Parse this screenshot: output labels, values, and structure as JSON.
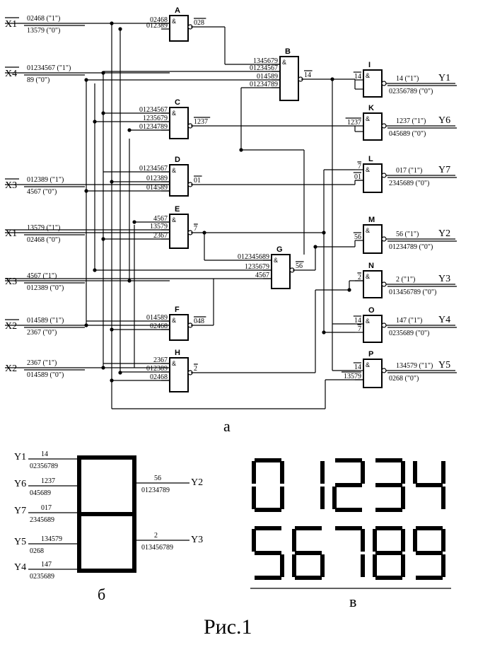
{
  "captions": {
    "a": "а",
    "b": "б",
    "v": "в",
    "fig": "Рис.1"
  },
  "inputs": [
    {
      "name": "X1",
      "overline": true,
      "one": "02468 (\"1\")",
      "zero": "13579 (\"0\")"
    },
    {
      "name": "X4",
      "overline": true,
      "one": "01234567 (\"1\")",
      "zero": "89 (\"0\")"
    },
    {
      "name": "X3",
      "overline": true,
      "one": "012389 (\"1\")",
      "zero": "4567 (\"0\")"
    },
    {
      "name": "X1",
      "overline": false,
      "one": "13579 (\"1\")",
      "zero": "02468 (\"0\")"
    },
    {
      "name": "X3",
      "overline": false,
      "one": "4567 (\"1\")",
      "zero": "012389 (\"0\")"
    },
    {
      "name": "X2",
      "overline": true,
      "one": "014589 (\"1\")",
      "zero": "2367 (\"0\")"
    },
    {
      "name": "X2",
      "overline": false,
      "one": "2367 (\"1\")",
      "zero": "014589 (\"0\")"
    }
  ],
  "gates": [
    {
      "id": "A",
      "symbol": "&",
      "in": [
        "02468",
        "012389"
      ],
      "out": "028"
    },
    {
      "id": "B",
      "symbol": "&",
      "in": [
        "1345679",
        "01234567",
        "014589",
        "01234789"
      ],
      "out": "14"
    },
    {
      "id": "C",
      "symbol": "&",
      "in": [
        "01234567",
        "1235679",
        "01234789"
      ],
      "out": "1237"
    },
    {
      "id": "D",
      "symbol": "&",
      "in": [
        "01234567",
        "012389",
        "014589"
      ],
      "out": "01"
    },
    {
      "id": "E",
      "symbol": "&",
      "in": [
        "4567",
        "13579",
        "2367"
      ],
      "out": "7"
    },
    {
      "id": "F",
      "symbol": "&",
      "in": [
        "014589",
        "02468"
      ],
      "out": "048"
    },
    {
      "id": "G",
      "symbol": "&",
      "in": [
        "012345689",
        "1235679",
        "4567"
      ],
      "out": "56"
    },
    {
      "id": "H",
      "symbol": "&",
      "in": [
        "2367",
        "012389",
        "02468"
      ],
      "out": "2"
    },
    {
      "id": "I",
      "symbol": "&",
      "in": [
        "14"
      ],
      "one": "14 (\"1\")",
      "zero": "02356789 (\"0\")",
      "y": "Y1"
    },
    {
      "id": "K",
      "symbol": "&",
      "in": [
        "1237"
      ],
      "one": "1237 (\"1\")",
      "zero": "045689 (\"0\")",
      "y": "Y6"
    },
    {
      "id": "L",
      "symbol": "&",
      "in": [
        "7",
        "01"
      ],
      "one": "017 (\"1\")",
      "zero": "2345689 (\"0\")",
      "y": "Y7"
    },
    {
      "id": "M",
      "symbol": "&",
      "in": [
        "56"
      ],
      "one": "56 (\"1\")",
      "zero": "01234789 (\"0\")",
      "y": "Y2"
    },
    {
      "id": "N",
      "symbol": "&",
      "in": [
        "2"
      ],
      "one": "2 (\"1\")",
      "zero": "013456789 (\"0\")",
      "y": "Y3"
    },
    {
      "id": "O",
      "symbol": "&",
      "in": [
        "14",
        "7"
      ],
      "one": "147 (\"1\")",
      "zero": "0235689 (\"0\")",
      "y": "Y4"
    },
    {
      "id": "P",
      "symbol": "&",
      "in": [
        "14",
        "13579"
      ],
      "one": "134579 (\"1\")",
      "zero": "0268 (\"0\")",
      "y": "Y5"
    }
  ],
  "segment_display": {
    "left": [
      {
        "y": "Y1",
        "num": "14",
        "den": "02356789"
      },
      {
        "y": "Y6",
        "num": "1237",
        "den": "045689"
      },
      {
        "y": "Y7",
        "num": "017",
        "den": "2345689"
      },
      {
        "y": "Y5",
        "num": "134579",
        "den": "0268"
      },
      {
        "y": "Y4",
        "num": "147",
        "den": "0235689"
      }
    ],
    "right": [
      {
        "y": "Y2",
        "num": "56",
        "den": "01234789"
      },
      {
        "y": "Y3",
        "num": "2",
        "den": "013456789"
      }
    ]
  },
  "digits": [
    "0",
    "1",
    "2",
    "3",
    "4",
    "5",
    "6",
    "7",
    "8",
    "9"
  ]
}
